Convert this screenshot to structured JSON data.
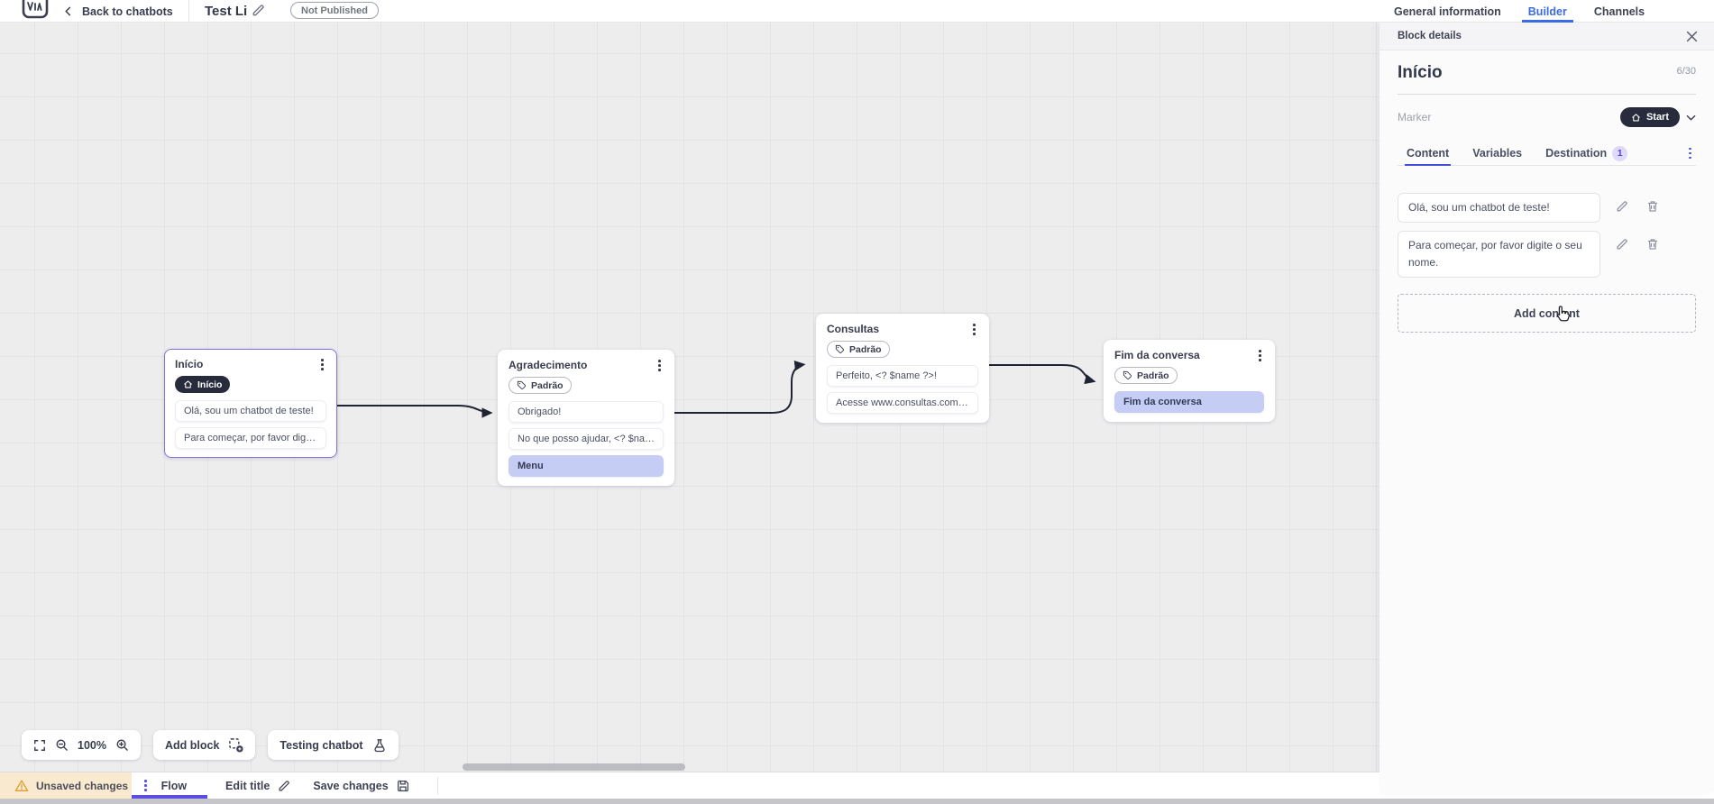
{
  "header": {
    "back_label": "Back to chatbots",
    "title": "Test Li",
    "status_badge": "Not Published",
    "tabs": {
      "general": "General information",
      "builder": "Builder",
      "channels": "Channels"
    }
  },
  "panel": {
    "title": "Block details",
    "block_name": "Início",
    "counter": "6/30",
    "marker_label": "Marker",
    "marker_value": "Start",
    "tabs": {
      "content": "Content",
      "variables": "Variables",
      "destination": "Destination",
      "destination_badge": "1"
    },
    "contents": [
      {
        "text": "Olá, sou um chatbot de teste!"
      },
      {
        "text": "Para começar, por favor digite o seu nome."
      }
    ],
    "add_content_label": "Add content"
  },
  "canvas": {
    "blocks": [
      {
        "title": "Início",
        "tag": "Início",
        "cards": [
          {
            "text": "Olá, sou um chatbot de teste!"
          },
          {
            "text": "Para começar, por favor digite o ..."
          }
        ]
      },
      {
        "title": "Agradecimento",
        "tag": "Padrão",
        "cards": [
          {
            "text": "Obrigado!"
          },
          {
            "text": "No que posso ajudar, <? $name ..."
          },
          {
            "text": "Menu"
          }
        ]
      },
      {
        "title": "Consultas",
        "tag": "Padrão",
        "cards": [
          {
            "text": "Perfeito, <? $name ?>!"
          },
          {
            "text": "Acesse www.consultas.com par..."
          }
        ]
      },
      {
        "title": "Fim da conversa",
        "tag": "Padrão",
        "cards": [
          {
            "text": "Fim da conversa"
          }
        ]
      }
    ],
    "controls": {
      "zoom_level": "100%",
      "add_block_label": "Add block",
      "testing_label": "Testing chatbot"
    }
  },
  "footer": {
    "unsaved_label": "Unsaved changes",
    "flow_tab_label": "Flow",
    "edit_title_label": "Edit title",
    "save_label": "Save changes"
  },
  "colors": {
    "accent_blue": "#3b6be0",
    "accent_purple": "#5b4ee0",
    "tab_underline_blue": "#4050dd",
    "selected_block_border": "#8173e6",
    "highlight_card_bg": "#c6cdf5",
    "dark_pill_bg": "#272b3c",
    "warning_bg": "#f8e9cf",
    "warning_icon": "#dd9f35",
    "canvas_bg": "#ededee"
  }
}
